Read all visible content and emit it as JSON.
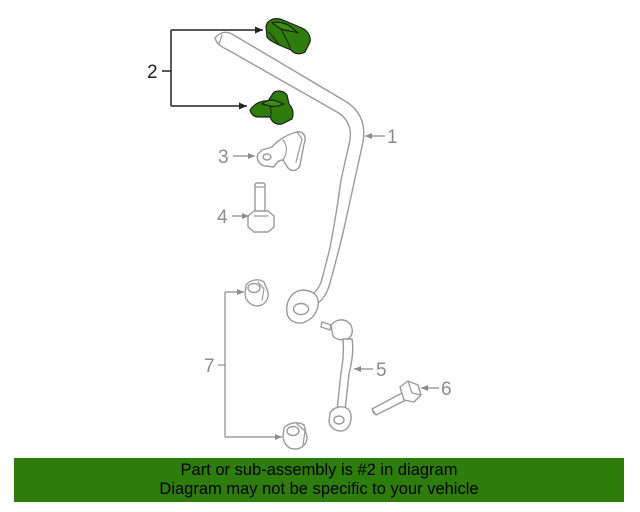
{
  "diagram": {
    "callouts": {
      "c1": "1",
      "c2": "2",
      "c3": "3",
      "c4": "4",
      "c5": "5",
      "c6": "6",
      "c7": "7"
    },
    "highlight_color": "#2e7d0c",
    "line_color": "#9a9a9a"
  },
  "banner": {
    "line1": "Part or sub-assembly is #2 in diagram",
    "line2": "Diagram may not be specific to your vehicle",
    "background": "#2e7d0c"
  }
}
